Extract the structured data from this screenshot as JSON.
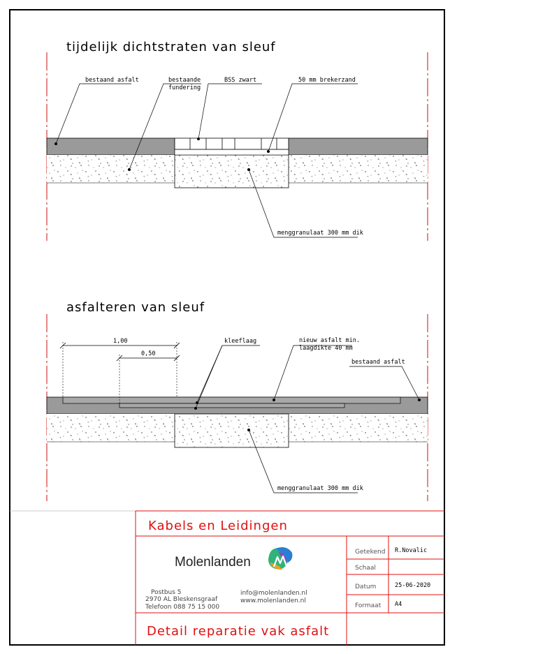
{
  "section1": {
    "title": "tijdelijk dichtstraten van sleuf",
    "labels": {
      "existing_asphalt": "bestaand asfalt",
      "existing_foundation_1": "bestaande",
      "existing_foundation_2": "fundering",
      "bss": "BSS zwart",
      "crushed_sand": "50 mm brekerzand",
      "granulate": "menggranulaat 300 mm dik"
    }
  },
  "section2": {
    "title": "asfalteren van sleuf",
    "labels": {
      "dim_outer": "1,00",
      "dim_inner": "0,50",
      "tack_coat": "kleeflaag",
      "new_asphalt_1": "nieuw asfalt min.",
      "new_asphalt_2": "laagdikte 40 mm",
      "existing_asphalt": "bestaand asfalt",
      "granulate": "menggranulaat 300 mm dik"
    }
  },
  "titleblock": {
    "heading": "Kabels en Leidingen",
    "company": "Molenlanden",
    "address_1": "Postbus 5",
    "address_2": "2970 AL  Bleskensgraaf",
    "address_3": "Telefoon  088  75 15 000",
    "email": "info@molenlanden.nl",
    "web": "www.molenlanden.nl",
    "drawing_title": "Detail reparatie vak asfalt",
    "fields": [
      {
        "label": "Getekend",
        "value": "R.Novalic"
      },
      {
        "label": "Schaal",
        "value": ""
      },
      {
        "label": "Datum",
        "value": "25-06-2020"
      },
      {
        "label": "Formaat",
        "value": "A4"
      }
    ]
  },
  "colors": {
    "asphalt": "#9a9a9a",
    "border_red": "#e01010",
    "centerline_red": "#cc1111"
  }
}
